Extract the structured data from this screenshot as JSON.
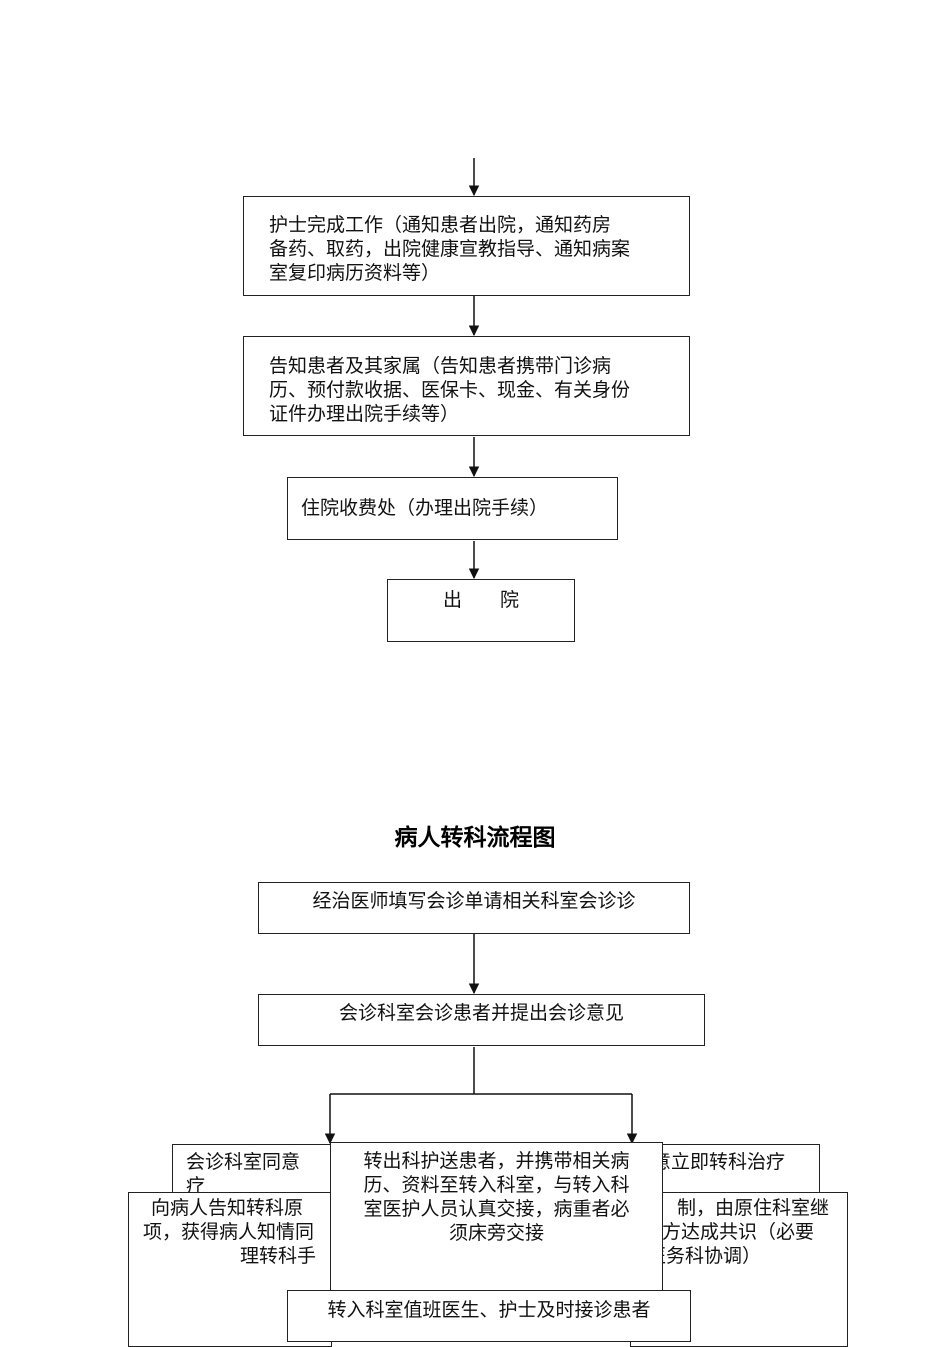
{
  "discharge": {
    "box1": [
      "护士完成工作（通知患者出院，通知药房",
      "备药、取药，出院健康宣教指导、通知病案",
      "室复印病历资料等）"
    ],
    "box2": [
      "告知患者及其家属（告知患者携带门诊病",
      "历、预付款收据、医保卡、现金、有关身份",
      "证件办理出院手续等）"
    ],
    "box3": "住院收费处（办理出院手续）",
    "box4": "出　　院"
  },
  "transfer": {
    "title": "病人转科流程图",
    "step1": "经治医师填写会诊单请相关科室会诊诊",
    "step2": "会诊科室会诊患者并提出会诊意见",
    "left_top": [
      "会诊科室同意",
      "疗"
    ],
    "right_top": "意立即转科治疗",
    "left_bottom": [
      "向病人告知转科原",
      "项，获得病人知情同",
      "理转科手"
    ],
    "right_bottom": [
      "制，由原住科室继",
      "方达成共识（必要",
      "医务科协调）"
    ],
    "middle": [
      "转出科护送患者，并携带相关病",
      "历、资料至转入科室，与转入科",
      "室医护人员认真交接，病重者必",
      "须床旁交接"
    ],
    "final": "转入科室值班医生、护士及时接诊患者"
  }
}
